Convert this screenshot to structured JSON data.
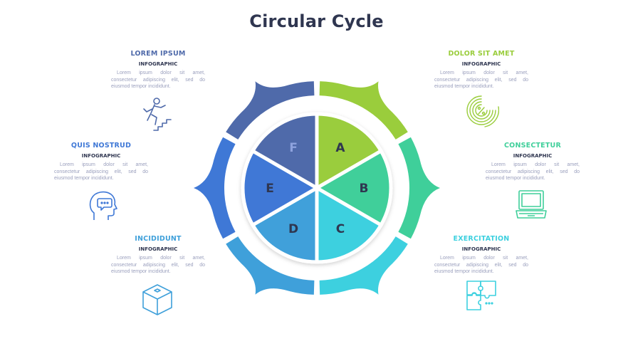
{
  "title": "Circular Cycle",
  "blocks": [
    {
      "title": "LOREM IPSUM",
      "subtitle": "INFOGRAPHIC",
      "body": "Lorem ipsum dolor sit amet, consectetur adipiscing elit, sed do eiusmod tempor incididunt.",
      "color": "#4f6aaa",
      "icon": "stairs-runner-icon"
    },
    {
      "title": "QUIS NOSTRUD",
      "subtitle": "INFOGRAPHIC",
      "body": "Lorem ipsum dolor sit amet, consectetur adipiscing elit, sed do eiusmod tempor incididunt.",
      "color": "#3f78d6",
      "icon": "head-speech-bubble-icon"
    },
    {
      "title": "INCIDIDUNT",
      "subtitle": "INFOGRAPHIC",
      "body": "Lorem ipsum dolor sit amet, consectetur adipiscing elit, sed do eiusmod tempor incididunt.",
      "color": "#3fa0da",
      "icon": "cube-icon"
    },
    {
      "title": "DOLOR SIT AMET",
      "subtitle": "INFOGRAPHIC",
      "body": "Lorem ipsum dolor sit amet, consectetur adipiscing elit, sed do eiusmod tempor incididunt.",
      "color": "#9acd3c",
      "icon": "percent-radar-icon"
    },
    {
      "title": "CONSECTETUR",
      "subtitle": "INFOGRAPHIC",
      "body": "Lorem ipsum dolor sit amet, consectetur adipiscing elit, sed do eiusmod tempor incididunt.",
      "color": "#3fcf9a",
      "icon": "laptop-icon"
    },
    {
      "title": "EXERCITATION",
      "subtitle": "INFOGRAPHIC",
      "body": "Lorem ipsum dolor sit amet, consectetur adipiscing elit, sed do eiusmod tempor incididunt.",
      "color": "#3dd0df",
      "icon": "puzzle-icon"
    }
  ],
  "segments": [
    {
      "letter": "A",
      "color": "#9acd3c",
      "letter_color": "#2f3650"
    },
    {
      "letter": "B",
      "color": "#3fcf9a",
      "letter_color": "#2f3650"
    },
    {
      "letter": "C",
      "color": "#3dd0df",
      "letter_color": "#2f3650"
    },
    {
      "letter": "D",
      "color": "#3fa0da",
      "letter_color": "#2f3650"
    },
    {
      "letter": "E",
      "color": "#3f78d6",
      "letter_color": "#2f3650"
    },
    {
      "letter": "F",
      "color": "#4f6aaa",
      "letter_color": "#8ea3de"
    }
  ]
}
